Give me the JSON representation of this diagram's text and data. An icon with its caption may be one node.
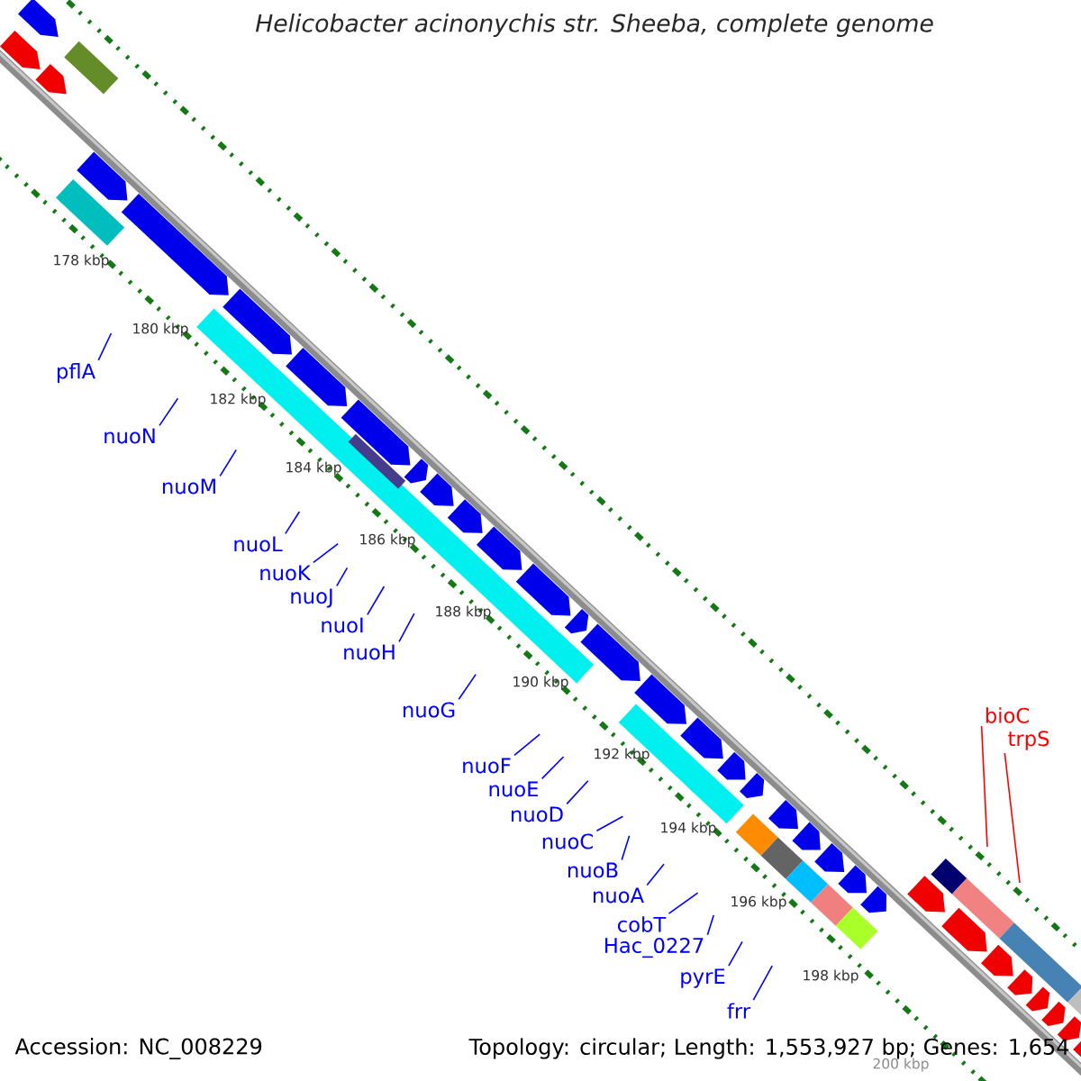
{
  "diagram": {
    "title": "*Helicobacter acinonychis* str. Sheeba, complete genome",
    "nodes": [
      {
        "text": [
          "pflA"
        ]
      },
      {
        "text": [
          "nuoN"
        ]
      },
      {
        "text": [
          "nuoM"
        ]
      },
      {
        "text": [
          "nuoL"
        ]
      },
      {
        "text": [
          "nuoK"
        ]
      },
      {
        "text": [
          "nuoJ"
        ]
      },
      {
        "text": [
          "nuoI"
        ]
      },
      {
        "text": [
          "nuoH"
        ]
      },
      {
        "text": [
          "nuoG"
        ]
      },
      {
        "text": [
          "nuoF"
        ]
      },
      {
        "text": [
          "nuoE"
        ]
      },
      {
        "text": [
          "nuoD"
        ]
      },
      {
        "text": [
          "nuoC"
        ]
      },
      {
        "text": [
          "nuoB"
        ]
      },
      {
        "text": [
          "nuoA"
        ]
      },
      {
        "text": [
          "cobT"
        ]
      },
      {
        "text": [
          "Hac_0227"
        ]
      },
      {
        "text": [
          "pyrE"
        ]
      },
      {
        "text": [
          "frr"
        ]
      },
      {
        "text": [
          "bioC"
        ]
      },
      {
        "text": [
          "trpS"
        ]
      }
    ],
    "edges": [
      {
        "from": 0,
        "to": null,
        "arrow": "none"
      },
      {
        "from": 1,
        "to": null,
        "arrow": "none"
      },
      {
        "from": 2,
        "to": null,
        "arrow": "none"
      },
      {
        "from": 3,
        "to": null,
        "arrow": "none"
      },
      {
        "from": 4,
        "to": null,
        "arrow": "none"
      },
      {
        "from": 5,
        "to": null,
        "arrow": "none"
      },
      {
        "from": 6,
        "to": null,
        "arrow": "none"
      },
      {
        "from": 7,
        "to": null,
        "arrow": "none"
      },
      {
        "from": 8,
        "to": null,
        "arrow": "none"
      },
      {
        "from": 9,
        "to": null,
        "arrow": "none"
      },
      {
        "from": 10,
        "to": null,
        "arrow": "none"
      },
      {
        "from": 11,
        "to": null,
        "arrow": "none"
      },
      {
        "from": 12,
        "to": null,
        "arrow": "none"
      },
      {
        "from": 13,
        "to": null,
        "arrow": "none"
      },
      {
        "from": 14,
        "to": null,
        "arrow": "none"
      },
      {
        "from": 15,
        "to": null,
        "arrow": "none"
      },
      {
        "from": 16,
        "to": null,
        "arrow": "none"
      },
      {
        "from": 17,
        "to": null,
        "arrow": "none"
      },
      {
        "from": 18,
        "to": null,
        "arrow": "none"
      },
      {
        "from": 19,
        "to": null,
        "arrow": "none",
        "color": "#ff0000"
      },
      {
        "from": 20,
        "to": null,
        "arrow": "none",
        "color": "#ff0000"
      }
    ],
    "labels": [
      "178 kbp",
      "180 kbp",
      "182 kbp",
      "184 kbp",
      "186 kbp",
      "188 kbp",
      "190 kbp",
      "192 kbp",
      "194 kbp",
      "196 kbp",
      "198 kbp",
      "200 kbp",
      "Accession: NC_008229",
      "Topology: circular; Length: 1,553,927 bp; Genes: 1,654"
    ]
  }
}
